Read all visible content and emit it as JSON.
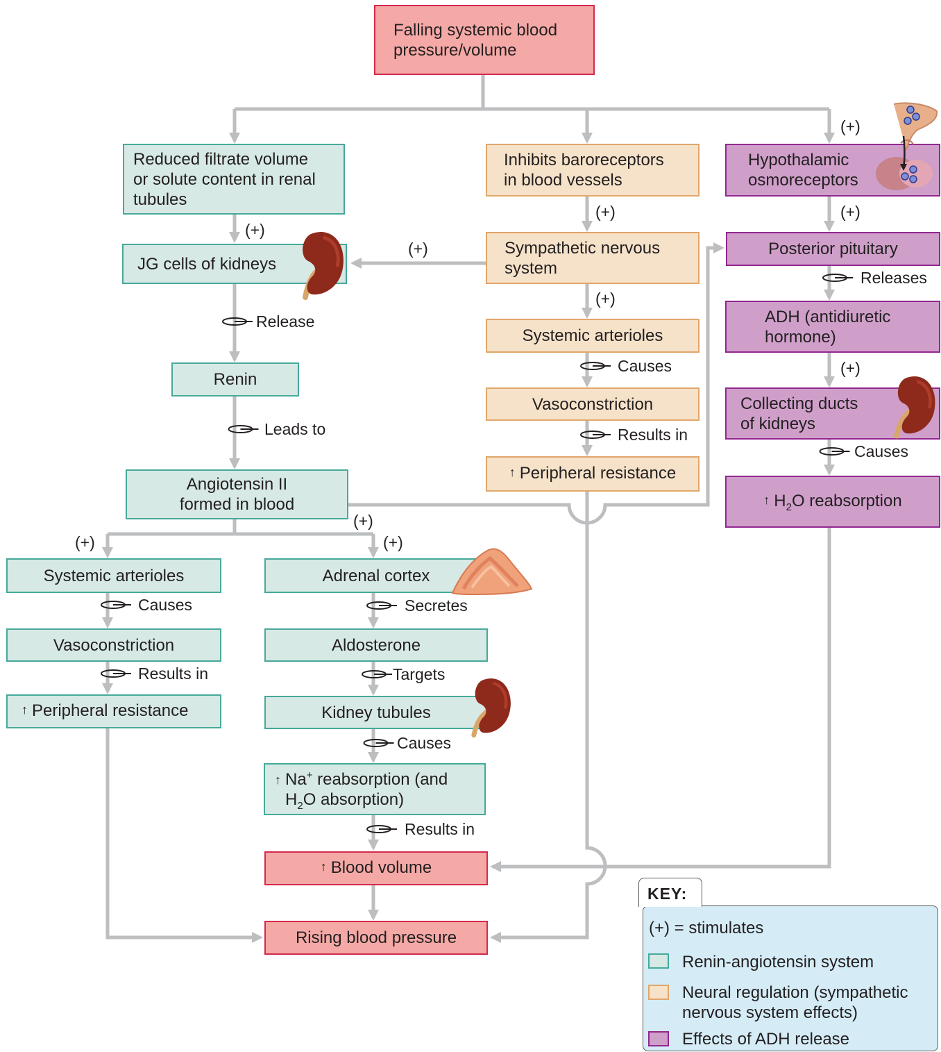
{
  "top": {
    "text": "Falling systemic blood\npressure/volume"
  },
  "renin_path": {
    "filtrate": "Reduced filtrate volume\nor solute content in renal\ntubules",
    "jg_cells": "JG cells of kidneys",
    "release": "Release",
    "renin": "Renin",
    "leads_to": "Leads to",
    "angiotensin": "Angiotensin II\nformed in blood",
    "sys_arterioles": "Systemic arterioles",
    "causes_1": "Causes",
    "vasoconstriction": "Vasoconstriction",
    "results_in_1": "Results in",
    "periph_resistance": "Peripheral resistance",
    "adrenal": "Adrenal cortex",
    "secretes": "Secretes",
    "aldosterone": "Aldosterone",
    "targets": "Targets",
    "kidney_tubules": "Kidney tubules",
    "causes_2": "Causes",
    "na_a": "Na",
    "na_sup": "+",
    "na_b": " reabsorption (and",
    "na_c": "H",
    "na_sub": "2",
    "na_d": "O absorption)",
    "results_in_2": "Results in"
  },
  "neural_path": {
    "baroreceptors": "Inhibits baroreceptors\nin blood vessels",
    "sympathetic": "Sympathetic nervous\nsystem",
    "sys_arterioles": "Systemic arterioles",
    "causes": "Causes",
    "vasoconstriction": "Vasoconstriction",
    "results_in": "Results in",
    "periph_resistance": "Peripheral resistance"
  },
  "adh_path": {
    "hypothalamic": "Hypothalamic\nosmoreceptors",
    "pituitary": "Posterior pituitary",
    "releases": "Releases",
    "adh": "ADH (antidiuretic\nhormone)",
    "collecting": "Collecting ducts\nof kidneys",
    "causes": "Causes",
    "h2o_a": "H",
    "h2o_sub": "2",
    "h2o_b": "O reabsorption"
  },
  "outcomes": {
    "blood_volume": "Blood volume",
    "rising_bp": "Rising blood pressure"
  },
  "stimulates_mark": "(+)",
  "increase_mark": "↑",
  "key": {
    "title": "KEY:",
    "stimulates": "(+) = stimulates",
    "renin": "Renin-angiotensin system",
    "neural": "Neural regulation (sympathetic\nnervous system effects)",
    "adh": "Effects of ADH release"
  },
  "colors": {
    "arrow": "#bcbec0",
    "red_fill": "#f4a9a6",
    "red_border": "#d42a4c",
    "teal_fill": "#d7e9e5",
    "teal_border": "#46a99a",
    "tan_fill": "#f5e2c9",
    "tan_border": "#e2a66b",
    "purple_fill": "#cf9fca",
    "purple_border": "#92278f",
    "key_bg": "#d5ecf6"
  },
  "icons": [
    "kidney-icon",
    "adrenal-gland-icon",
    "pituitary-gland-icon",
    "cycle-loop-icon",
    "up-arrow-icon"
  ]
}
